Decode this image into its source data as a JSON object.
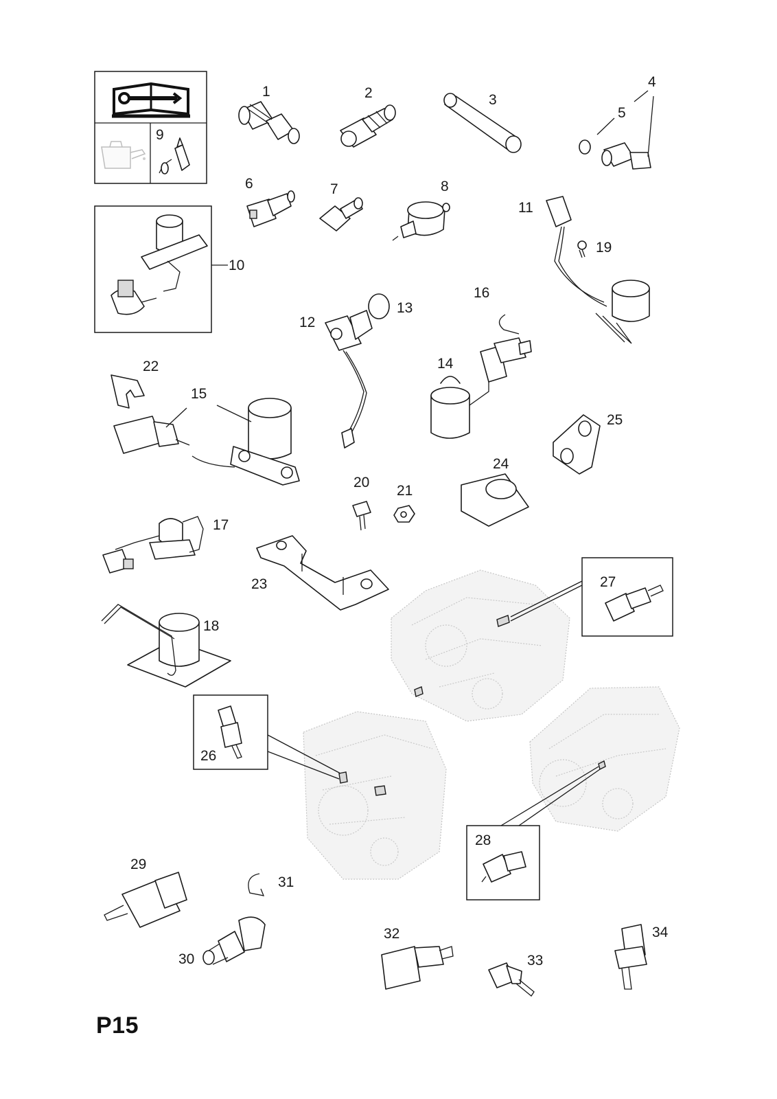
{
  "page_code": "P15",
  "callouts": [
    "1",
    "2",
    "3",
    "4",
    "5",
    "6",
    "7",
    "8",
    "9",
    "10",
    "11",
    "12",
    "13",
    "14",
    "15",
    "16",
    "17",
    "18",
    "19",
    "20",
    "21",
    "22",
    "23",
    "24",
    "25",
    "26",
    "27",
    "28",
    "29",
    "30",
    "31",
    "32",
    "33",
    "34"
  ],
  "icons": [
    "manual-book-wrench-icon",
    "oil-can-icon",
    "sealant-tube-icon"
  ]
}
